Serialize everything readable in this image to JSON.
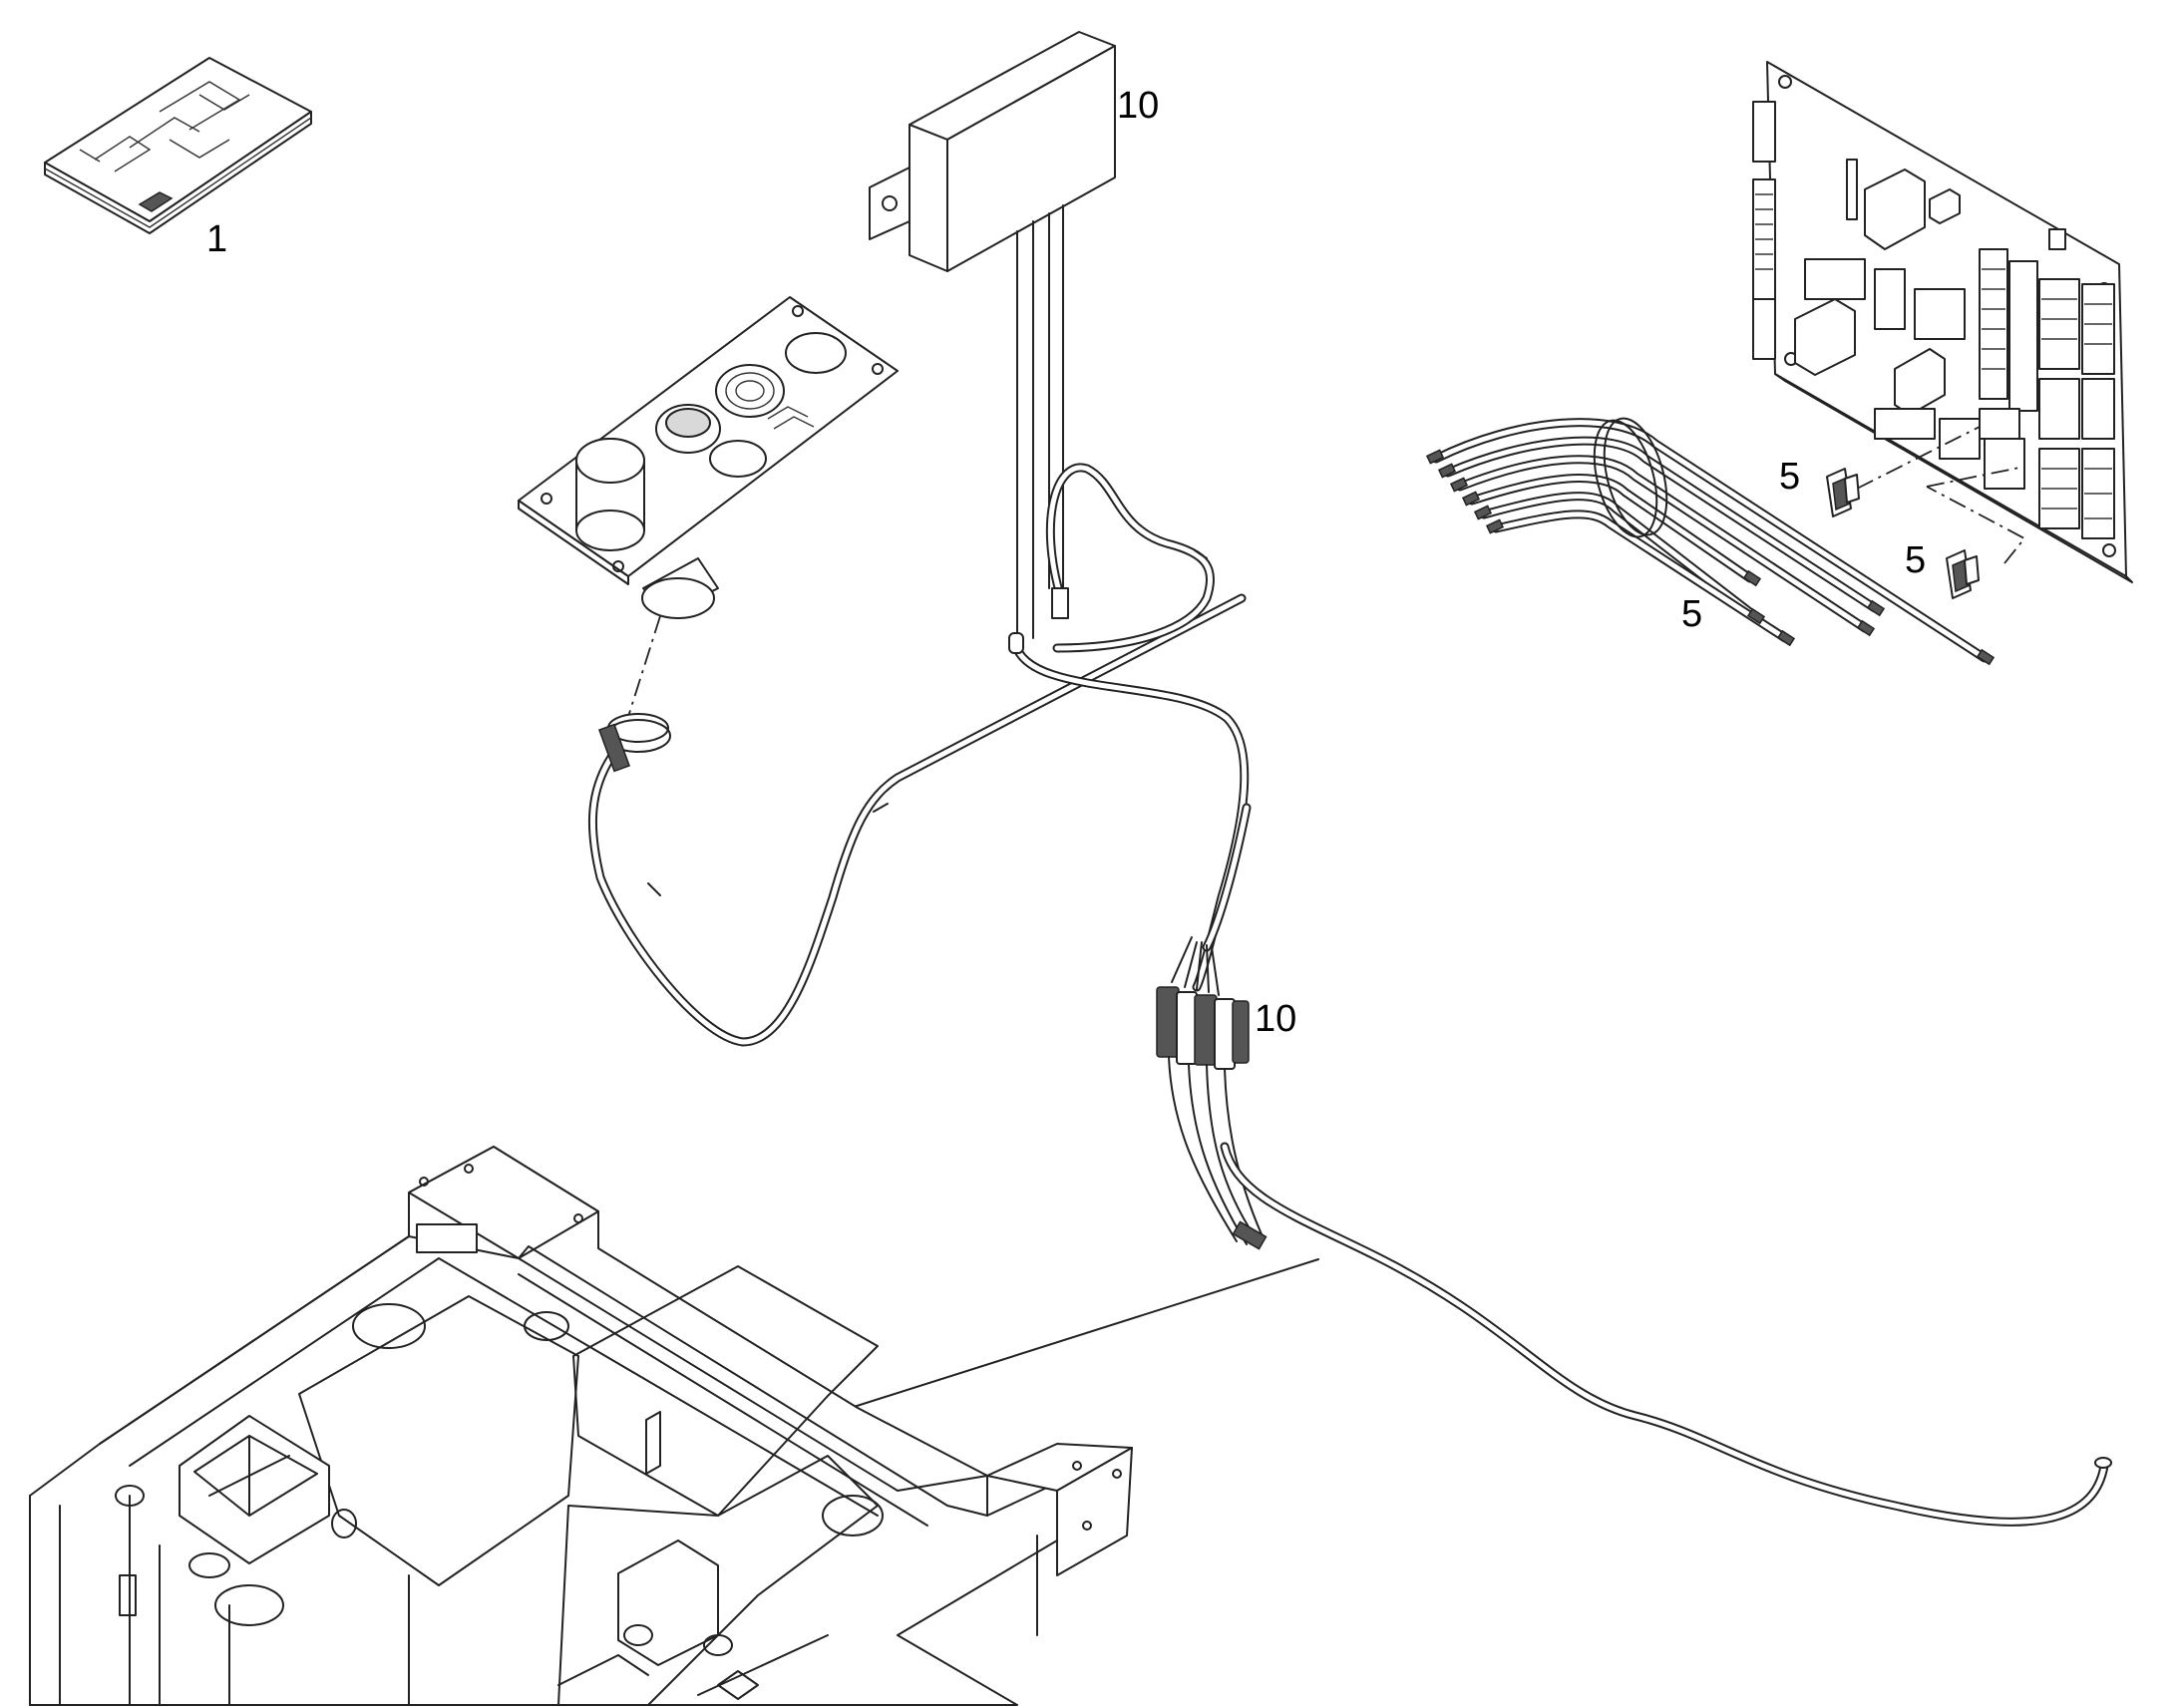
{
  "callouts": [
    {
      "id": "manual",
      "text": "1"
    },
    {
      "id": "module",
      "text": "10"
    },
    {
      "id": "harness",
      "text": "10"
    },
    {
      "id": "jumper-bundle",
      "text": "5"
    },
    {
      "id": "connector-a",
      "text": "5"
    },
    {
      "id": "connector-b",
      "text": "5"
    }
  ],
  "colors": {
    "line": "#222222",
    "panel": "#d9d9d9",
    "background": "#ffffff"
  }
}
